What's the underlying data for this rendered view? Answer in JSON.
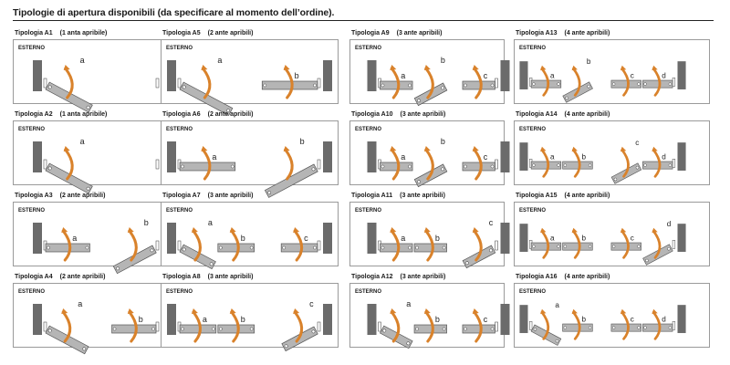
{
  "title": "Tipologie di apertura disponibili (da specificare al momento dell’ordine).",
  "esterno_label": "ESTERNO",
  "colors": {
    "wall": "#6b6b6b",
    "sash": "#b5b5b5",
    "arrow": "#d9822b",
    "border": "#9a9a9a"
  },
  "typologies": [
    {
      "name": "Tipologia A1",
      "desc": "(1 anta apribile)",
      "count": 1,
      "gap": "narrow",
      "panels": [
        {
          "letter": "a",
          "tilt": "left"
        }
      ]
    },
    {
      "name": "Tipologia A5",
      "desc": "(2 ante apribili)",
      "count": 2,
      "gap": "medium",
      "panels": [
        {
          "letter": "a",
          "tilt": "left"
        },
        {
          "letter": "b",
          "tilt": "flat"
        }
      ]
    },
    {
      "name": "Tipologia A9",
      "desc": "(3 ante apribili)",
      "count": 3,
      "gap": "wide",
      "panels": [
        {
          "letter": "a",
          "tilt": "flat"
        },
        {
          "letter": "b",
          "tilt": "right"
        },
        {
          "letter": "c",
          "tilt": "flat"
        }
      ]
    },
    {
      "name": "Tipologia A13",
      "desc": "(4 ante apribili)",
      "count": 4,
      "gap": "wide",
      "panels": [
        {
          "letter": "a",
          "tilt": "flat"
        },
        {
          "letter": "b",
          "tilt": "right"
        },
        {
          "letter": "c",
          "tilt": "flat"
        },
        {
          "letter": "d",
          "tilt": "flat"
        }
      ]
    },
    {
      "name": "Tipologia A2",
      "desc": "(1 anta apribile)",
      "count": 1,
      "gap": "narrow",
      "panels": [
        {
          "letter": "a",
          "tilt": "left"
        }
      ]
    },
    {
      "name": "Tipologia A6",
      "desc": "(2 ante apribili)",
      "count": 2,
      "gap": "medium",
      "panels": [
        {
          "letter": "a",
          "tilt": "flat"
        },
        {
          "letter": "b",
          "tilt": "right"
        }
      ]
    },
    {
      "name": "Tipologia A10",
      "desc": "(3 ante apribili)",
      "count": 3,
      "gap": "wide",
      "panels": [
        {
          "letter": "a",
          "tilt": "flat"
        },
        {
          "letter": "b",
          "tilt": "right"
        },
        {
          "letter": "c",
          "tilt": "flat"
        }
      ]
    },
    {
      "name": "Tipologia A14",
      "desc": "(4 ante apribili)",
      "count": 4,
      "gap": "wide",
      "panels": [
        {
          "letter": "a",
          "tilt": "flat"
        },
        {
          "letter": "b",
          "tilt": "flat"
        },
        {
          "letter": "c",
          "tilt": "right"
        },
        {
          "letter": "d",
          "tilt": "flat"
        }
      ]
    },
    {
      "name": "Tipologia A3",
      "desc": "(2 ante apribili)",
      "count": 2,
      "gap": "medium",
      "panels": [
        {
          "letter": "a",
          "tilt": "flat"
        },
        {
          "letter": "b",
          "tilt": "right"
        }
      ]
    },
    {
      "name": "Tipologia A7",
      "desc": "(3 ante apribili)",
      "count": 3,
      "gap": "medium",
      "panels": [
        {
          "letter": "a",
          "tilt": "left"
        },
        {
          "letter": "b",
          "tilt": "flat"
        },
        {
          "letter": "c",
          "tilt": "flat"
        }
      ]
    },
    {
      "name": "Tipologia A11",
      "desc": "(3 ante apribili)",
      "count": 3,
      "gap": "wide",
      "panels": [
        {
          "letter": "a",
          "tilt": "flat"
        },
        {
          "letter": "b",
          "tilt": "flat"
        },
        {
          "letter": "c",
          "tilt": "right"
        }
      ]
    },
    {
      "name": "Tipologia A15",
      "desc": "(4 ante apribili)",
      "count": 4,
      "gap": "wide",
      "panels": [
        {
          "letter": "a",
          "tilt": "flat"
        },
        {
          "letter": "b",
          "tilt": "flat"
        },
        {
          "letter": "c",
          "tilt": "flat"
        },
        {
          "letter": "d",
          "tilt": "right"
        }
      ]
    },
    {
      "name": "Tipologia A4",
      "desc": "(2 ante apribili)",
      "count": 2,
      "gap": "medium",
      "panels": [
        {
          "letter": "a",
          "tilt": "left"
        },
        {
          "letter": "b",
          "tilt": "flat"
        }
      ]
    },
    {
      "name": "Tipologia A8",
      "desc": "(3 ante apribili)",
      "count": 3,
      "gap": "medium",
      "panels": [
        {
          "letter": "a",
          "tilt": "flat"
        },
        {
          "letter": "b",
          "tilt": "flat"
        },
        {
          "letter": "c",
          "tilt": "right"
        }
      ]
    },
    {
      "name": "Tipologia A12",
      "desc": "(3 ante apribili)",
      "count": 3,
      "gap": "wide",
      "panels": [
        {
          "letter": "a",
          "tilt": "left"
        },
        {
          "letter": "b",
          "tilt": "flat"
        },
        {
          "letter": "c",
          "tilt": "flat"
        }
      ]
    },
    {
      "name": "Tipologia A16",
      "desc": "(4 ante apribili)",
      "count": 4,
      "gap": "wide",
      "panels": [
        {
          "letter": "a",
          "tilt": "left"
        },
        {
          "letter": "b",
          "tilt": "flat"
        },
        {
          "letter": "c",
          "tilt": "flat"
        },
        {
          "letter": "d",
          "tilt": "flat"
        }
      ]
    }
  ]
}
